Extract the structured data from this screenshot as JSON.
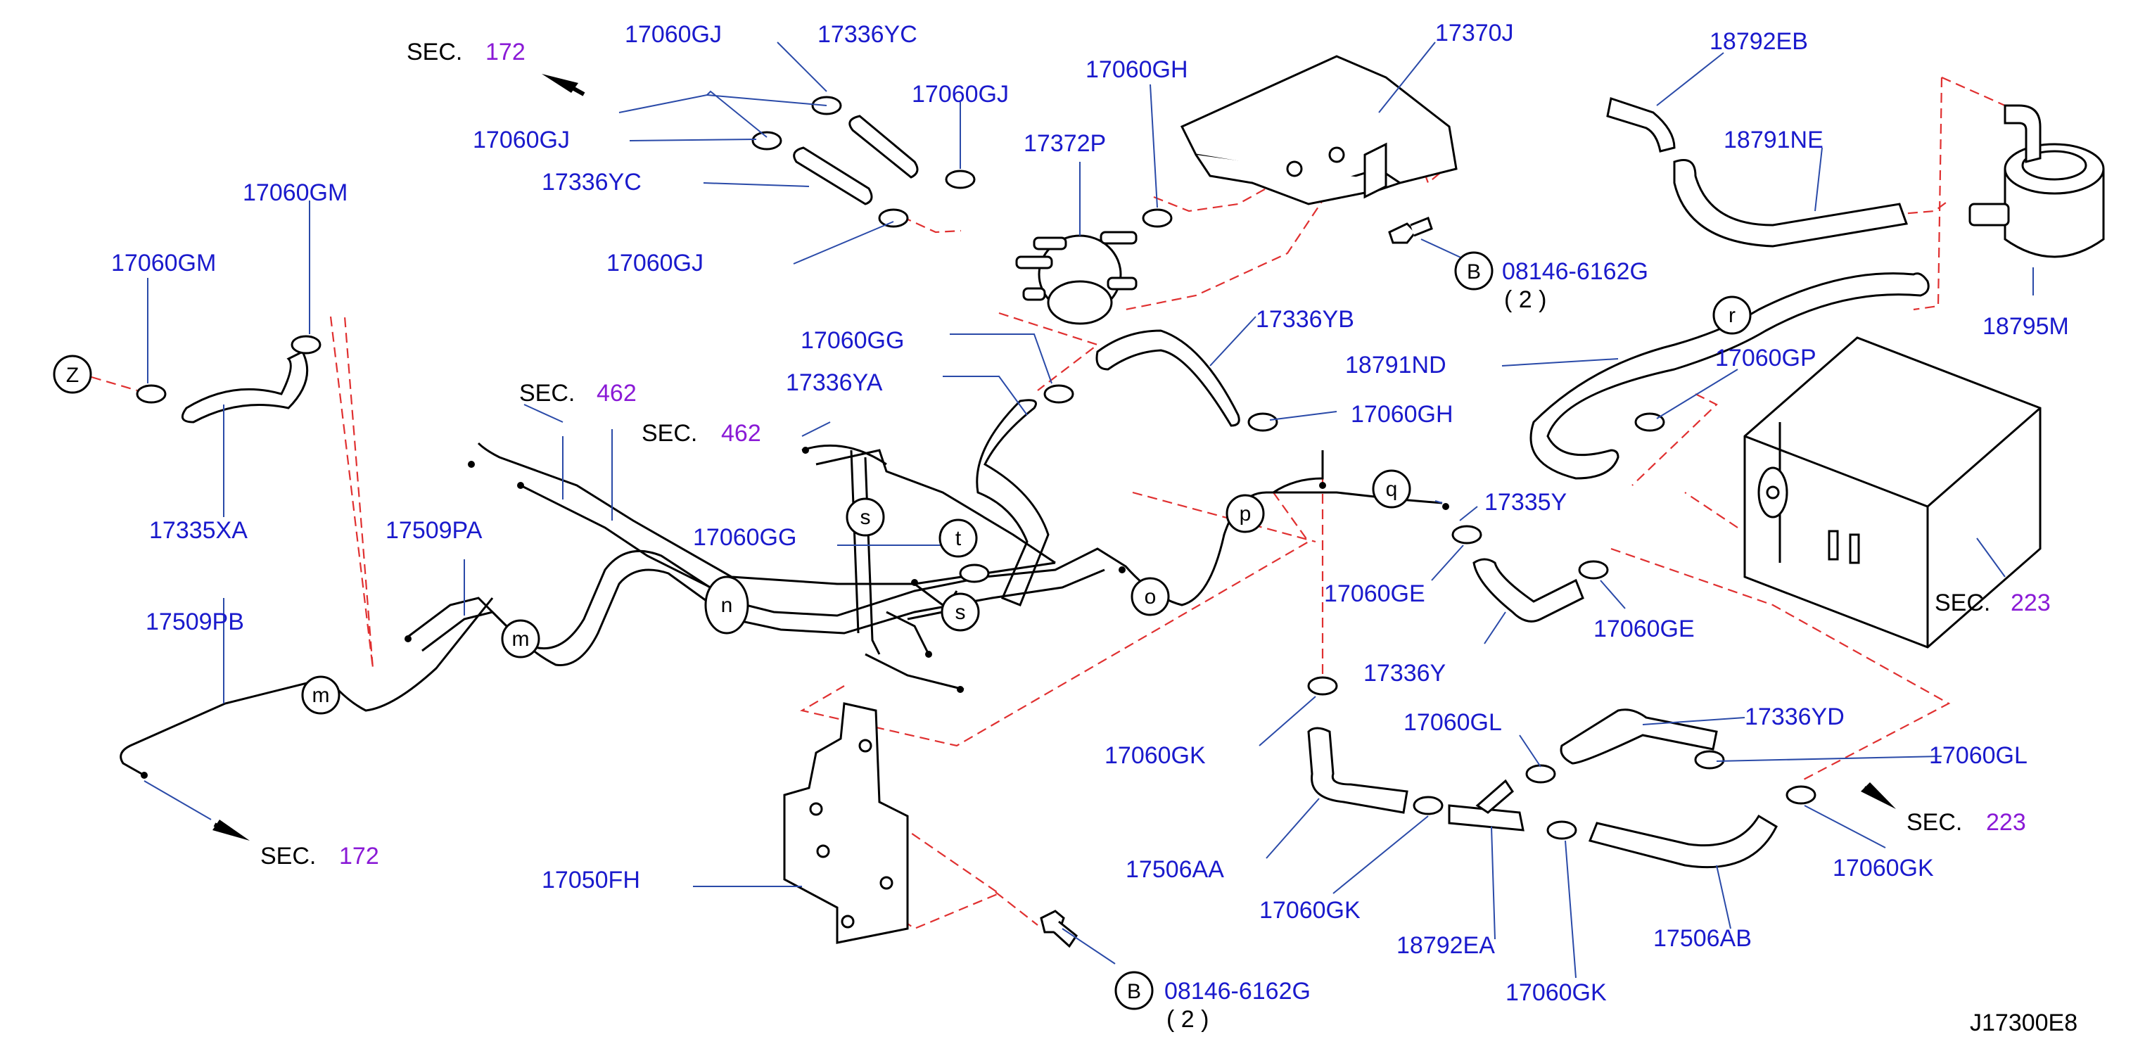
{
  "diagram_id": "J17300E8",
  "sec_prefix": "SEC.",
  "labels": {
    "p17060GJ_a": "17060GJ",
    "p17336YC_a": "17336YC",
    "p17060GJ_b": "17060GJ",
    "p17060GJ_c": "17060GJ",
    "p17336YC_b": "17336YC",
    "p17060GJ_d": "17060GJ",
    "p17060GH_a": "17060GH",
    "p17372P": "17372P",
    "p17370J": "17370J",
    "p18792EB": "18792EB",
    "p18791NE": "18791NE",
    "p18795M": "18795M",
    "p17060GM_a": "17060GM",
    "p17060GM_b": "17060GM",
    "p17335XA": "17335XA",
    "p17060GG_a": "17060GG",
    "p17336YA": "17336YA",
    "p17336YB": "17336YB",
    "p17060GH_b": "17060GH",
    "p18791ND": "18791ND",
    "p17060GP": "17060GP",
    "p17509PA": "17509PA",
    "p17060GG_b": "17060GG",
    "p17509PB": "17509PB",
    "p17335Y": "17335Y",
    "p17060GE_a": "17060GE",
    "p17060GE_b": "17060GE",
    "p17336Y": "17336Y",
    "p17060GK_a": "17060GK",
    "p17060GL_a": "17060GL",
    "p17336YD": "17336YD",
    "p17060GL_b": "17060GL",
    "p17506AA": "17506AA",
    "p17060GK_b": "17060GK",
    "p18792EA": "18792EA",
    "p17060GK_c": "17060GK",
    "p17506AB": "17506AB",
    "p17060GK_d": "17060GK",
    "p17050FH": "17050FH",
    "bolt_a": "08146-6162G",
    "bolt_a_qty": "( 2 )",
    "bolt_b": "08146-6162G",
    "bolt_b_qty": "( 2 )",
    "bolt_symbol": "B"
  },
  "sections": {
    "s172_top": "172",
    "s462_a": "462",
    "s462_b": "462",
    "s223_a": "223",
    "s223_b": "223",
    "s172_bottom": "172"
  },
  "connectors": {
    "z": "Z",
    "r": "r",
    "p": "p",
    "q": "q",
    "o": "o",
    "n": "n",
    "m1": "m",
    "m2": "m",
    "s1": "s",
    "s2": "s",
    "t": "t"
  },
  "colors": {
    "part_number": "#1a1acc",
    "section_number": "#8a1ad6",
    "dash_line": "#e03030",
    "leader_line": "#2a4aa8"
  }
}
